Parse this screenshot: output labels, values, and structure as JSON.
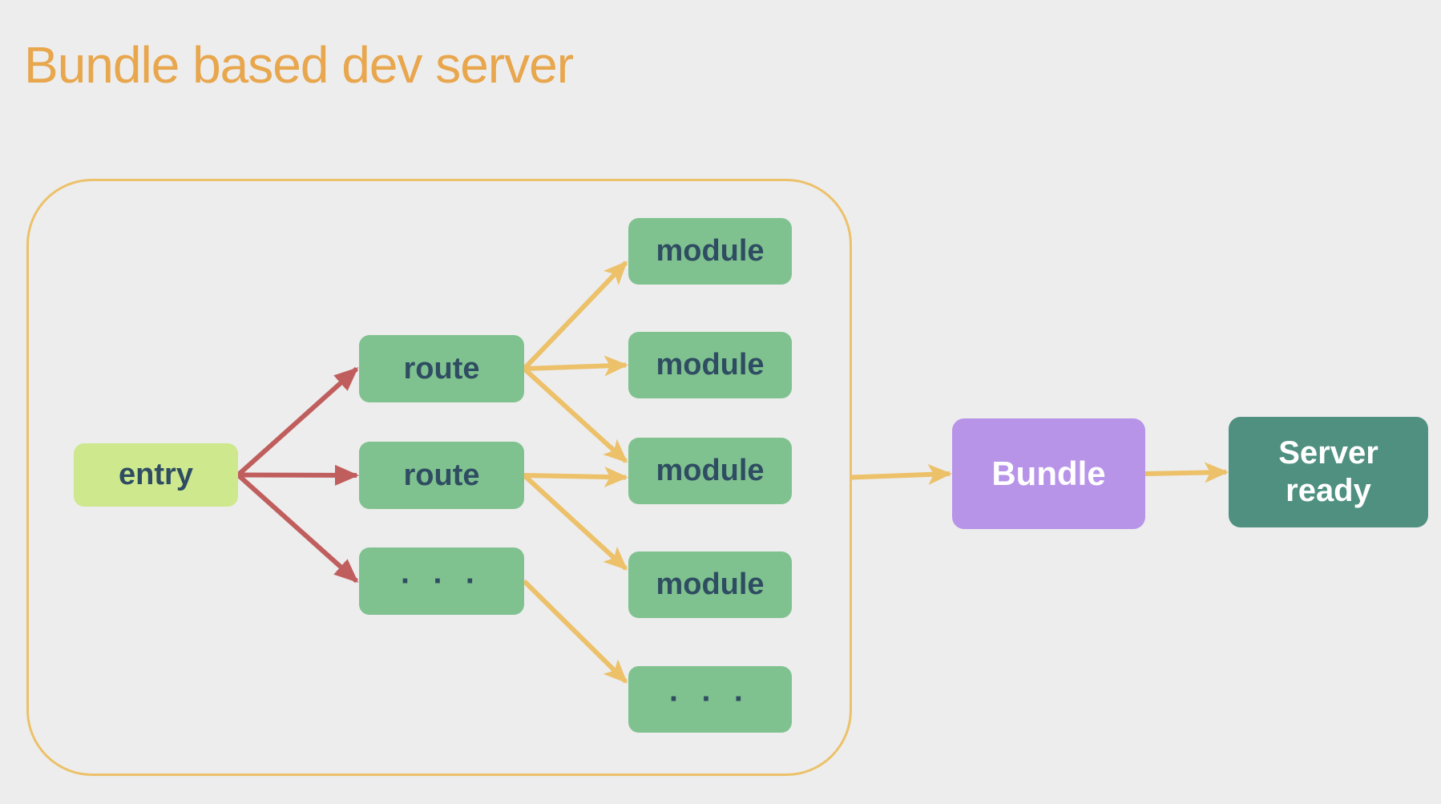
{
  "title": "Bundle based dev server",
  "colors": {
    "background": "#ededed",
    "title_color": "#e8a64d",
    "container_border": "#ecc169",
    "arrow_yellow": "#ecc169",
    "arrow_red": "#c05e5e",
    "box_lime": "#cee88d",
    "box_green": "#80c28f",
    "box_purple": "#b794e8",
    "box_teal": "#4f9080",
    "box_text": "#2f4d62",
    "text_white": "#ffffff"
  },
  "diagram": {
    "entry": {
      "label": "entry"
    },
    "routes": [
      {
        "label": "route"
      },
      {
        "label": "route"
      },
      {
        "label": "· · ·"
      }
    ],
    "modules": [
      {
        "label": "module"
      },
      {
        "label": "module"
      },
      {
        "label": "module"
      },
      {
        "label": "module"
      },
      {
        "label": "· · ·"
      }
    ],
    "bundle": {
      "label": "Bundle"
    },
    "server": {
      "label": "Server ready"
    },
    "connections": [
      {
        "from": "entry",
        "to": "route-0",
        "color": "arrow_red"
      },
      {
        "from": "entry",
        "to": "route-1",
        "color": "arrow_red"
      },
      {
        "from": "entry",
        "to": "route-2",
        "color": "arrow_red"
      },
      {
        "from": "route-0",
        "to": "module-0",
        "color": "arrow_yellow"
      },
      {
        "from": "route-0",
        "to": "module-1",
        "color": "arrow_yellow"
      },
      {
        "from": "route-0",
        "to": "module-2",
        "color": "arrow_yellow"
      },
      {
        "from": "route-1",
        "to": "module-2",
        "color": "arrow_yellow"
      },
      {
        "from": "route-1",
        "to": "module-3",
        "color": "arrow_yellow"
      },
      {
        "from": "route-2",
        "to": "module-4",
        "color": "arrow_yellow"
      },
      {
        "from": "container",
        "to": "bundle",
        "color": "arrow_yellow"
      },
      {
        "from": "bundle",
        "to": "server",
        "color": "arrow_yellow"
      }
    ]
  }
}
